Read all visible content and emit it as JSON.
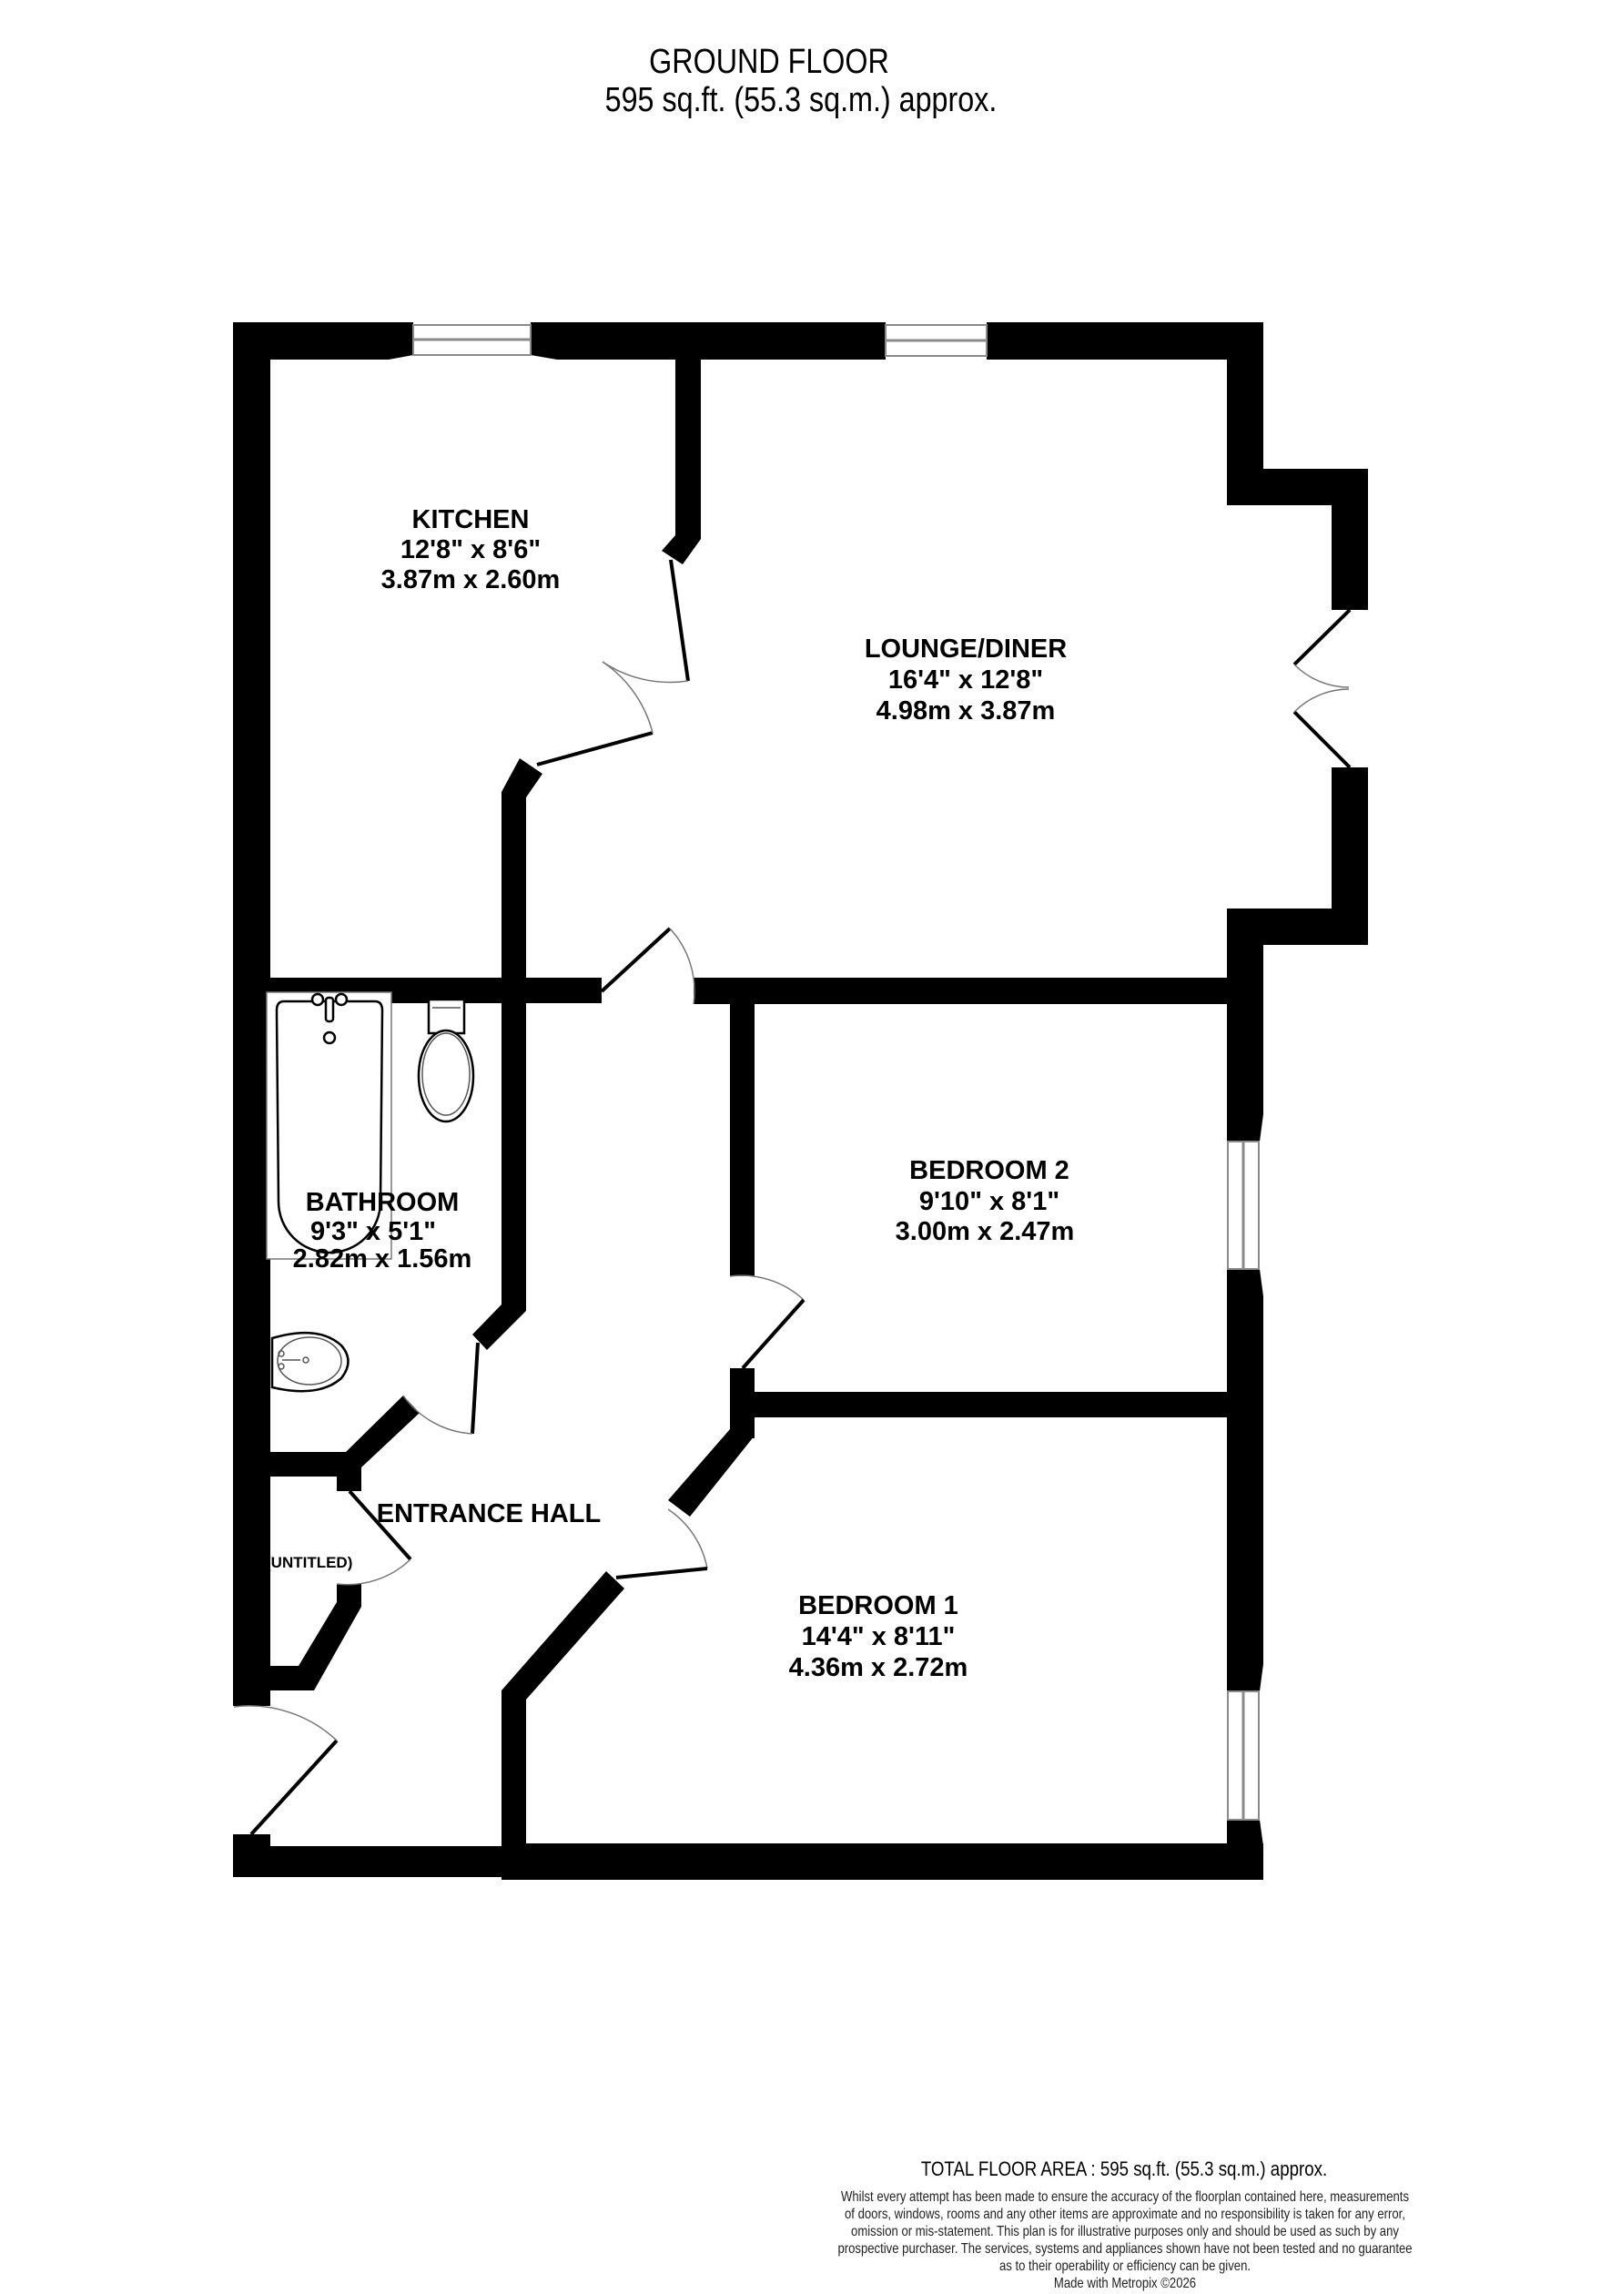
{
  "header": {
    "title": "GROUND FLOOR",
    "area": "595 sq.ft. (55.3 sq.m.) approx."
  },
  "rooms": {
    "kitchen": {
      "name": "KITCHEN",
      "imperial": "12'8\"  x 8'6\"",
      "metric": "3.87m  x 2.60m"
    },
    "lounge": {
      "name": "LOUNGE/DINER",
      "imperial": "16'4\"  x 12'8\"",
      "metric": "4.98m  x 3.87m"
    },
    "bathroom": {
      "name": "BATHROOM",
      "imperial": "9'3\"  x 5'1\"",
      "metric": "2.82m  x 1.56m"
    },
    "bedroom2": {
      "name": "BEDROOM 2",
      "imperial": "9'10\"  x 8'1\"",
      "metric": "3.00m  x 2.47m"
    },
    "entrance_hall": {
      "name": "ENTRANCE HALL"
    },
    "cupboard": {
      "name": "(UNTITLED)"
    },
    "bedroom1": {
      "name": "BEDROOM 1",
      "imperial": "14'4\"  x 8'11\"",
      "metric": "4.36m  x 2.72m"
    }
  },
  "footer": {
    "total_area": "TOTAL FLOOR AREA : 595 sq.ft. (55.3 sq.m.) approx.",
    "disclaimer": [
      "Whilst every attempt has been made to ensure the accuracy of the floorplan contained here, measurements",
      "of doors, windows, rooms and any other items are approximate and no responsibility is taken for any error,",
      "omission or mis-statement. This plan is for illustrative purposes only and should be used as such by any",
      "prospective purchaser. The services, systems and appliances shown have not been tested and no guarantee",
      "as to their operability or efficiency can be given."
    ],
    "credit": "Made with Metropix ©2026"
  },
  "colors": {
    "wall": "#000000",
    "background": "#ffffff",
    "window_line": "#8a8a8a"
  }
}
